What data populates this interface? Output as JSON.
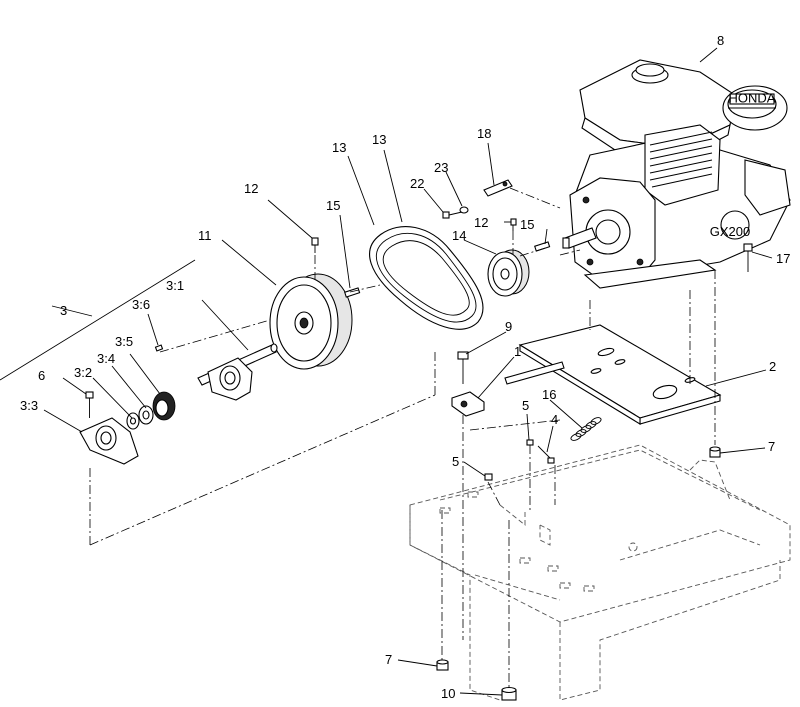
{
  "diagram": {
    "callouts": {
      "c3": "3",
      "c3_1": "3:1",
      "c3_2": "3:2",
      "c3_3": "3:3",
      "c3_4": "3:4",
      "c3_5": "3:5",
      "c3_6": "3:6",
      "c6": "6",
      "c11": "11",
      "c12a": "12",
      "c12b": "12",
      "c13a": "13",
      "c13b": "13",
      "c14": "14",
      "c15a": "15",
      "c15b": "15",
      "c18": "18",
      "c22": "22",
      "c23": "23",
      "c8": "8",
      "c17": "17",
      "c9": "9",
      "c1": "1",
      "c2": "2",
      "c5a": "5",
      "c5b": "5",
      "c16": "16",
      "c4": "4",
      "c7a": "7",
      "c7b": "7",
      "c10": "10"
    },
    "engine_brand": "HONDA",
    "engine_label": "GX200"
  }
}
